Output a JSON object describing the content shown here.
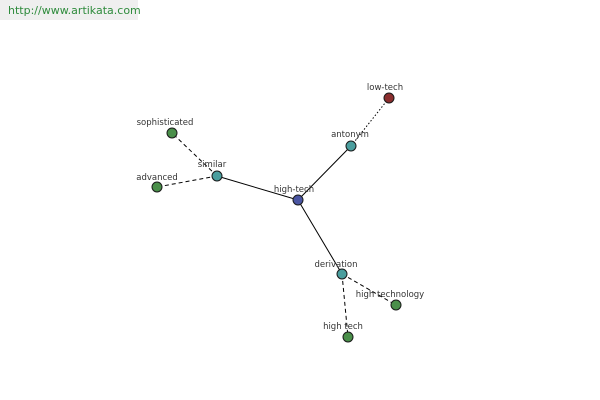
{
  "header": {
    "url": "http://www.artikata.com"
  },
  "diagram": {
    "colors": {
      "center": "#4a55a2",
      "relation": "#4a9e9e",
      "related_word": "#4a8f4a",
      "antonym_word": "#8b2e2e",
      "edge": "#000000"
    },
    "nodes": [
      {
        "id": "high-tech",
        "label": "high-tech",
        "kind": "center"
      },
      {
        "id": "similar",
        "label": "similar",
        "kind": "relation"
      },
      {
        "id": "antonym",
        "label": "antonym",
        "kind": "relation"
      },
      {
        "id": "derivation",
        "label": "derivation",
        "kind": "relation"
      },
      {
        "id": "sophisticated",
        "label": "sophisticated",
        "kind": "related_word"
      },
      {
        "id": "advanced",
        "label": "advanced",
        "kind": "related_word"
      },
      {
        "id": "low-tech",
        "label": "low-tech",
        "kind": "antonym_word"
      },
      {
        "id": "high-technology",
        "label": "high technology",
        "kind": "related_word"
      },
      {
        "id": "high-tech-2",
        "label": "high tech",
        "kind": "related_word"
      }
    ],
    "edges": [
      {
        "from": "high-tech",
        "to": "similar",
        "style": "solid"
      },
      {
        "from": "high-tech",
        "to": "antonym",
        "style": "solid"
      },
      {
        "from": "high-tech",
        "to": "derivation",
        "style": "solid"
      },
      {
        "from": "similar",
        "to": "sophisticated",
        "style": "dashed"
      },
      {
        "from": "similar",
        "to": "advanced",
        "style": "dashed"
      },
      {
        "from": "antonym",
        "to": "low-tech",
        "style": "dotted"
      },
      {
        "from": "derivation",
        "to": "high-technology",
        "style": "dashed"
      },
      {
        "from": "derivation",
        "to": "high-tech-2",
        "style": "dashed"
      }
    ]
  }
}
